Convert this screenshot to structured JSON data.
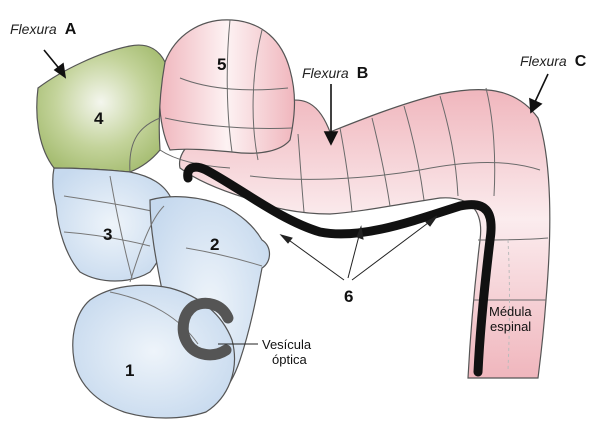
{
  "flexures": [
    {
      "word": "Flexura",
      "letter": "A"
    },
    {
      "word": "Flexura",
      "letter": "B"
    },
    {
      "word": "Flexura",
      "letter": "C"
    }
  ],
  "numbers": [
    "1",
    "2",
    "3",
    "4",
    "5",
    "6"
  ],
  "vesicula_optica": [
    "Vesícula",
    "óptica"
  ],
  "medula_espinal": [
    "Médula",
    "espinal"
  ],
  "colors": {
    "region_1_2_3": "#cfe0f1",
    "region_4": "#a9c07a",
    "region_5_tube": "#f1b9c0",
    "tube_core": "#fbe9ea",
    "dark_line": "#111111",
    "outline": "#555555"
  }
}
